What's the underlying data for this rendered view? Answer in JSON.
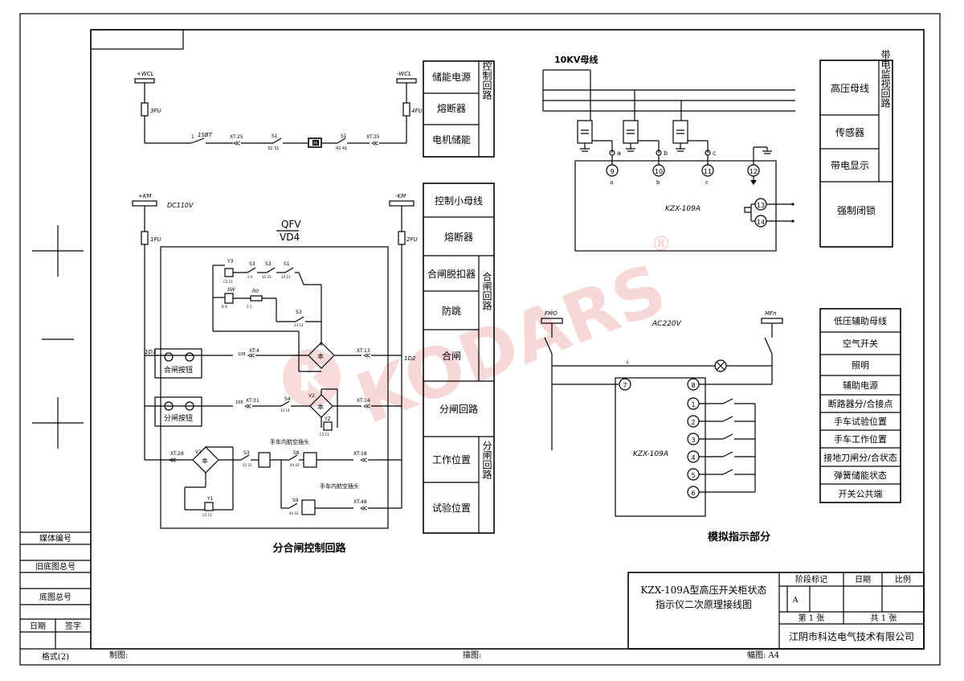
{
  "watermark": {
    "text": "KODARS",
    "registered": "®",
    "color": "#e36b6b"
  },
  "control_circuit": {
    "title": "分合闸控制回路",
    "plus_wcl": "+WCL",
    "minus_wcl": "-WCL",
    "fu3": "3FU",
    "fu4": "4FU",
    "sbt": "1SBT",
    "sbt_pin": "1",
    "xt25": "XT:25",
    "xt35": "XT:35",
    "s1_left": "S1",
    "s1_left_pins": "32   31",
    "s1_right": "S1",
    "s1_right_pins": "42   41",
    "motor": "M",
    "plus_km": "+KM",
    "minus_km": "-KM",
    "dc": "DC110V",
    "fu1": "1FU",
    "fu2": "2FU",
    "qfv": "QFV",
    "vd4": "VD4",
    "d1": "1D1",
    "d2": "1D2",
    "y3": "Y3",
    "y3_pins": "C2  C1",
    "s3a": "S3",
    "s3a_pins": "2  0",
    "s3b": "S3",
    "s3b_pins": "32  31",
    "s1c": "S1",
    "s1c_pins": "14 13",
    "sw": "SW",
    "sw_pins": "B    A",
    "r0": "R0",
    "r0_pins": "2      1",
    "s3c": "S3",
    "s3c_pins": "13 14",
    "w108": "108",
    "xt4": "XT:4",
    "xt13": "XT:13",
    "close_button": "合闸按钮",
    "open_button": "分闸按钮",
    "w188": "188",
    "xt31": "XT:31",
    "s4": "S4",
    "s4_pins": "13  14",
    "v2": "V2",
    "xt14": "XT:14",
    "yz": "YZ",
    "yz_pins": "C2 C1",
    "xt28": "XT:28",
    "v1": "V1",
    "s3d": "S3",
    "s3d_pins": "22  21",
    "s8": "S8",
    "s8_pins": "44  43",
    "plug1": "手车内航空插头",
    "xt18": "XT:18",
    "plug2": "手车内航空插头",
    "s9": "S9",
    "s9_pins": "44  43",
    "xt48": "XT:48",
    "y1": "Y1",
    "y1_pins": "C2  C1"
  },
  "legend_top": {
    "rows": [
      "储能电源",
      "熔断器",
      "电机储能"
    ],
    "group": "控制回路"
  },
  "legend_mid": {
    "rows": [
      "控制小母线",
      "熔断器",
      "合闸脱扣器",
      "防跳",
      "合闸",
      "分闸回路",
      "工作位置",
      "试验位置"
    ],
    "group_close": "合闸回路",
    "group_open": "分闸回路"
  },
  "monitor": {
    "bus": "10KV母线",
    "pins": [
      "a",
      "b",
      "c"
    ],
    "terminals": [
      "9",
      "10",
      "11",
      "12",
      "13",
      "14"
    ],
    "device": "KZX-109A"
  },
  "legend_right_top": {
    "rows": [
      "高压母线",
      "传感器",
      "带电显示",
      "强制闭锁"
    ],
    "group": "带电监视回路"
  },
  "simulation": {
    "title": "模拟指示部分",
    "fmo": "FMO",
    "mfn": "MFn",
    "ac": "AC220V",
    "l": "L",
    "device": "KZX-109A",
    "terminals": [
      "7",
      "8",
      "1",
      "2",
      "3",
      "4",
      "5",
      "6"
    ]
  },
  "legend_right_bottom": {
    "rows": [
      "低压辅助母线",
      "空气开关",
      "照明",
      "辅助电源",
      "断路器分/合接点",
      "手车试验位置",
      "手车工作位置",
      "接地刀闸分/合状态",
      "弹簧储能状态",
      "开关公共端"
    ]
  },
  "title_block": {
    "title_line1": "KZX-109A型高压开关柜状态",
    "title_line2": "指示仪二次原理接线图",
    "stage_mark": "阶段标记",
    "weight": "日期",
    "scale": "比例",
    "stage_value": "A",
    "sheet": "第  1  张",
    "total": "共  1  张",
    "company": "江阴市科达电气技术有限公司"
  },
  "left_block": {
    "media_no": "媒体编号",
    "old_no": "旧底图总号",
    "base_no": "底图总号",
    "date": "日期",
    "sign": "签字",
    "format": "格式(2)"
  },
  "bottom_bar": {
    "draw": "制图:",
    "trace": "描图:",
    "size": "幅图: A4"
  }
}
